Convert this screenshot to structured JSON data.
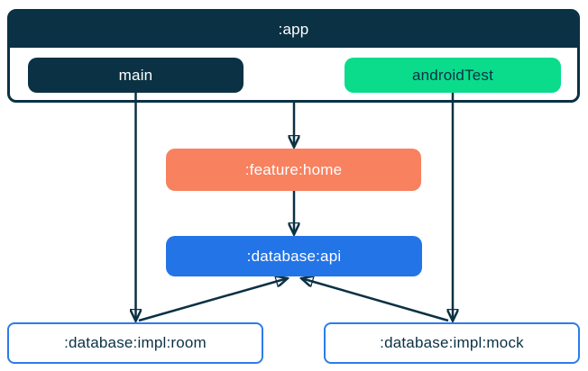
{
  "title": "Gradle module dependency diagram",
  "colors": {
    "navy": "#0B3144",
    "green": "#0ADC8C",
    "orange": "#F8815F",
    "blue": "#2374E6",
    "node_outline": "#2B7CEC",
    "light_text": "#FFFFFF"
  },
  "nodes": {
    "app": {
      "label": ":app"
    },
    "main": {
      "label": "main"
    },
    "android_test": {
      "label": "androidTest"
    },
    "feature_home": {
      "label": ":feature:home"
    },
    "database_api": {
      "label": ":database:api"
    },
    "database_impl_room": {
      "label": ":database:impl:room"
    },
    "database_impl_mock": {
      "label": ":database:impl:mock"
    }
  },
  "edges": [
    {
      "from": "main",
      "to": ":database:impl:room"
    },
    {
      "from": ":app",
      "to": ":feature:home"
    },
    {
      "from": "androidTest",
      "to": ":database:impl:mock"
    },
    {
      "from": ":feature:home",
      "to": ":database:api"
    },
    {
      "from": ":database:impl:room",
      "to": ":database:api"
    },
    {
      "from": ":database:impl:mock",
      "to": ":database:api"
    }
  ]
}
